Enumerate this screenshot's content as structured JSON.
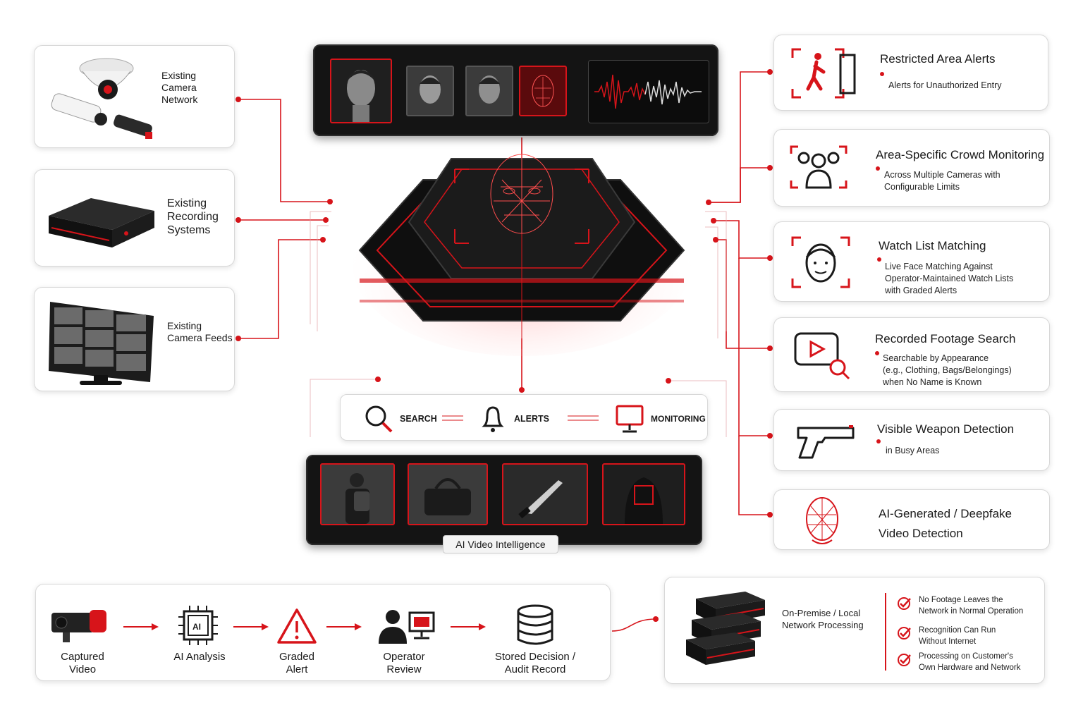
{
  "inputs": [
    {
      "label": "Existing\nCamera Network"
    },
    {
      "label": "Existing\nRecording\nSystems"
    },
    {
      "label": "Existing\nCamera Feeds"
    }
  ],
  "capabilities": [
    {
      "title": "Restricted Area Alerts",
      "desc": "Alerts for Unauthorized Entry"
    },
    {
      "title": "Area-Specific Crowd Monitoring",
      "desc": "Across Multiple Cameras with\nConfigurable Limits"
    },
    {
      "title": "Watch List Matching",
      "desc": "Live Face Matching Against\nOperator-Maintained Watch Lists\nwith Graded Alerts"
    },
    {
      "title": "Recorded Footage Search",
      "desc": "Searchable by Appearance\n(e.g., Clothing, Bags/Belongings)\nwhen No Name is Known"
    },
    {
      "title": "Visible Weapon Detection",
      "desc": "in Busy Areas"
    },
    {
      "title": "AI-Generated / Deepfake\nVideo Detection",
      "desc": ""
    }
  ],
  "function_bar": {
    "search": "SEARCH",
    "alerts": "ALERTS",
    "monitoring": "MONITORING"
  },
  "center_label": "AI Video Intelligence",
  "workflow": [
    {
      "label": "Captured\nVideo",
      "icon": "security-camera-icon"
    },
    {
      "label": "AI Analysis",
      "icon": "ai-chip-icon"
    },
    {
      "label": "Graded\nAlert",
      "icon": "warning-triangle-icon"
    },
    {
      "label": "Operator\nReview",
      "icon": "operator-icon"
    },
    {
      "label": "Stored Decision /\nAudit Record",
      "icon": "database-icon"
    }
  ],
  "onprem": {
    "title": "On-Premise / Local\nNetwork Processing",
    "points": [
      "No Footage Leaves the\nNetwork in Normal Operation",
      "Recognition Can Run\nWithout Internet",
      "Processing on Customer's\nOwn Hardware and Network"
    ]
  },
  "colors": {
    "accent": "#d7141a",
    "dark": "#141414"
  }
}
